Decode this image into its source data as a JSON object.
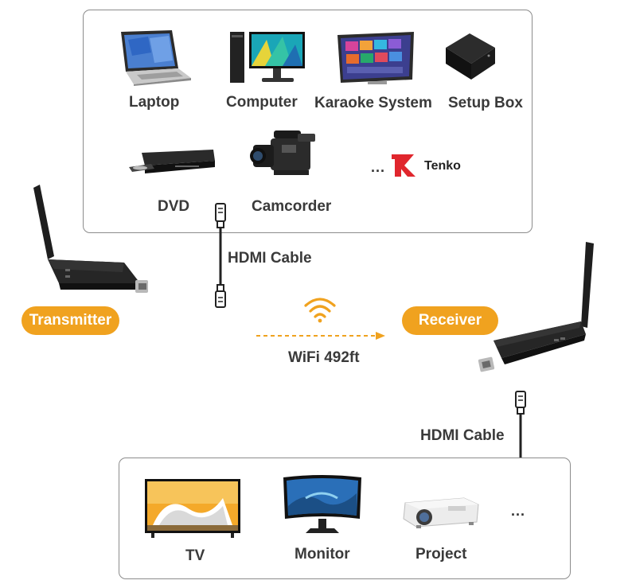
{
  "sources": {
    "items": [
      {
        "id": "laptop",
        "label": "Laptop",
        "icon": "laptop-icon"
      },
      {
        "id": "computer",
        "label": "Computer",
        "icon": "desktop-computer-icon"
      },
      {
        "id": "karaoke",
        "label": "Karaoke System",
        "icon": "karaoke-screen-icon"
      },
      {
        "id": "setup-box",
        "label": "Setup Box",
        "icon": "setup-box-icon"
      },
      {
        "id": "dvd",
        "label": "DVD",
        "icon": "dvd-player-icon"
      },
      {
        "id": "camcorder",
        "label": "Camcorder",
        "icon": "camcorder-icon"
      }
    ],
    "more": "...",
    "brand": "Tenko",
    "brand_mark": "TK"
  },
  "transmitter": {
    "label": "Transmitter"
  },
  "receiver": {
    "label": "Receiver"
  },
  "cable_top": {
    "label": "HDMI Cable"
  },
  "cable_bottom": {
    "label": "HDMI Cable"
  },
  "wifi": {
    "label": "WiFi 492ft"
  },
  "displays": {
    "items": [
      {
        "id": "tv",
        "label": "TV",
        "icon": "tv-icon"
      },
      {
        "id": "monitor",
        "label": "Monitor",
        "icon": "monitor-icon"
      },
      {
        "id": "project",
        "label": "Project",
        "icon": "projector-icon"
      }
    ],
    "more": "..."
  },
  "colors": {
    "accent": "#f0a21f",
    "border": "#8c8c8c",
    "brand_red": "#e0262d"
  }
}
